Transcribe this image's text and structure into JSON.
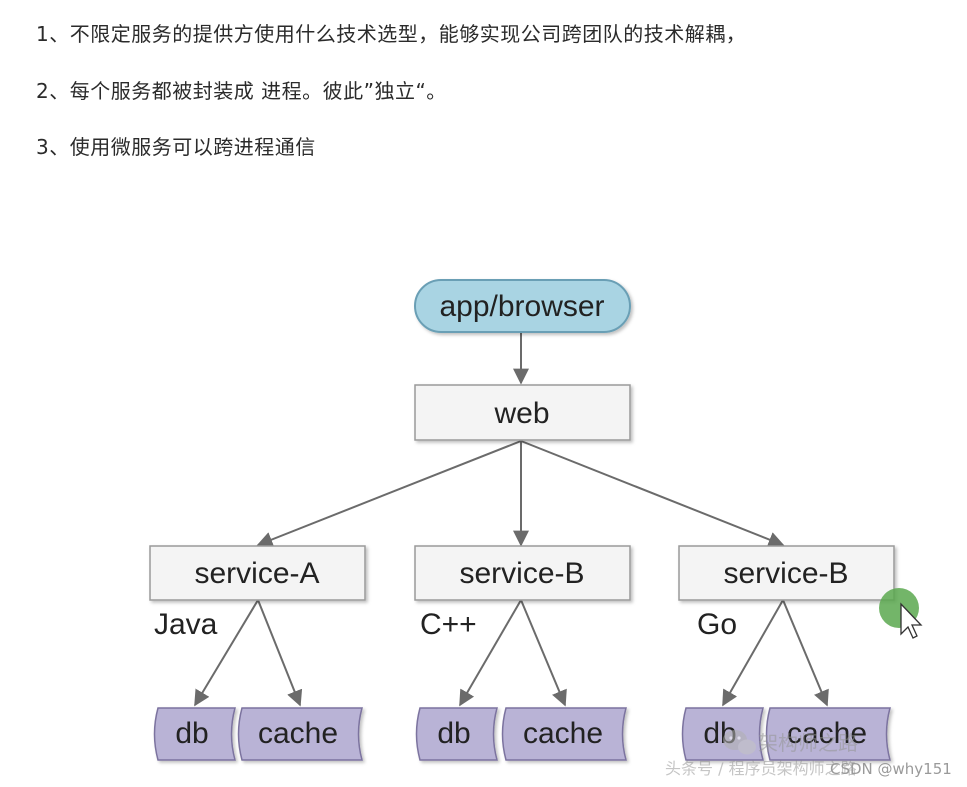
{
  "points": [
    "1、不限定服务的提供方使用什么技术选型，能够实现公司跨团队的技术解耦，",
    "2、每个服务都被封装成 进程。彼此”独立“。",
    "3、使用微服务可以跨进程通信"
  ],
  "diagram": {
    "client": "app/browser",
    "web": "web",
    "services": [
      {
        "label": "service-A",
        "lang": "Java",
        "stores": [
          "db",
          "cache"
        ]
      },
      {
        "label": "service-B",
        "lang": "C++",
        "stores": [
          "db",
          "cache"
        ]
      },
      {
        "label": "service-B",
        "lang": "Go",
        "stores": [
          "db",
          "cache"
        ]
      }
    ]
  },
  "watermark": {
    "line1": "架构师之路",
    "line2": "头条号 / 程序员架构师之路"
  },
  "footer": {
    "credit": "CSDN @why151"
  },
  "colors": {
    "client_fill": "#a9d4e3",
    "client_stroke": "#6a9fb5",
    "box_fill": "#f4f4f4",
    "box_stroke": "#9a9a9a",
    "store_fill": "#b9b3d6",
    "store_stroke": "#7b739f",
    "arrow": "#6b6b6b",
    "cursor_highlight": "#5aa84f"
  },
  "icons": {
    "cursor": "mouse-pointer-icon",
    "wechat": "wechat-logo-icon"
  }
}
